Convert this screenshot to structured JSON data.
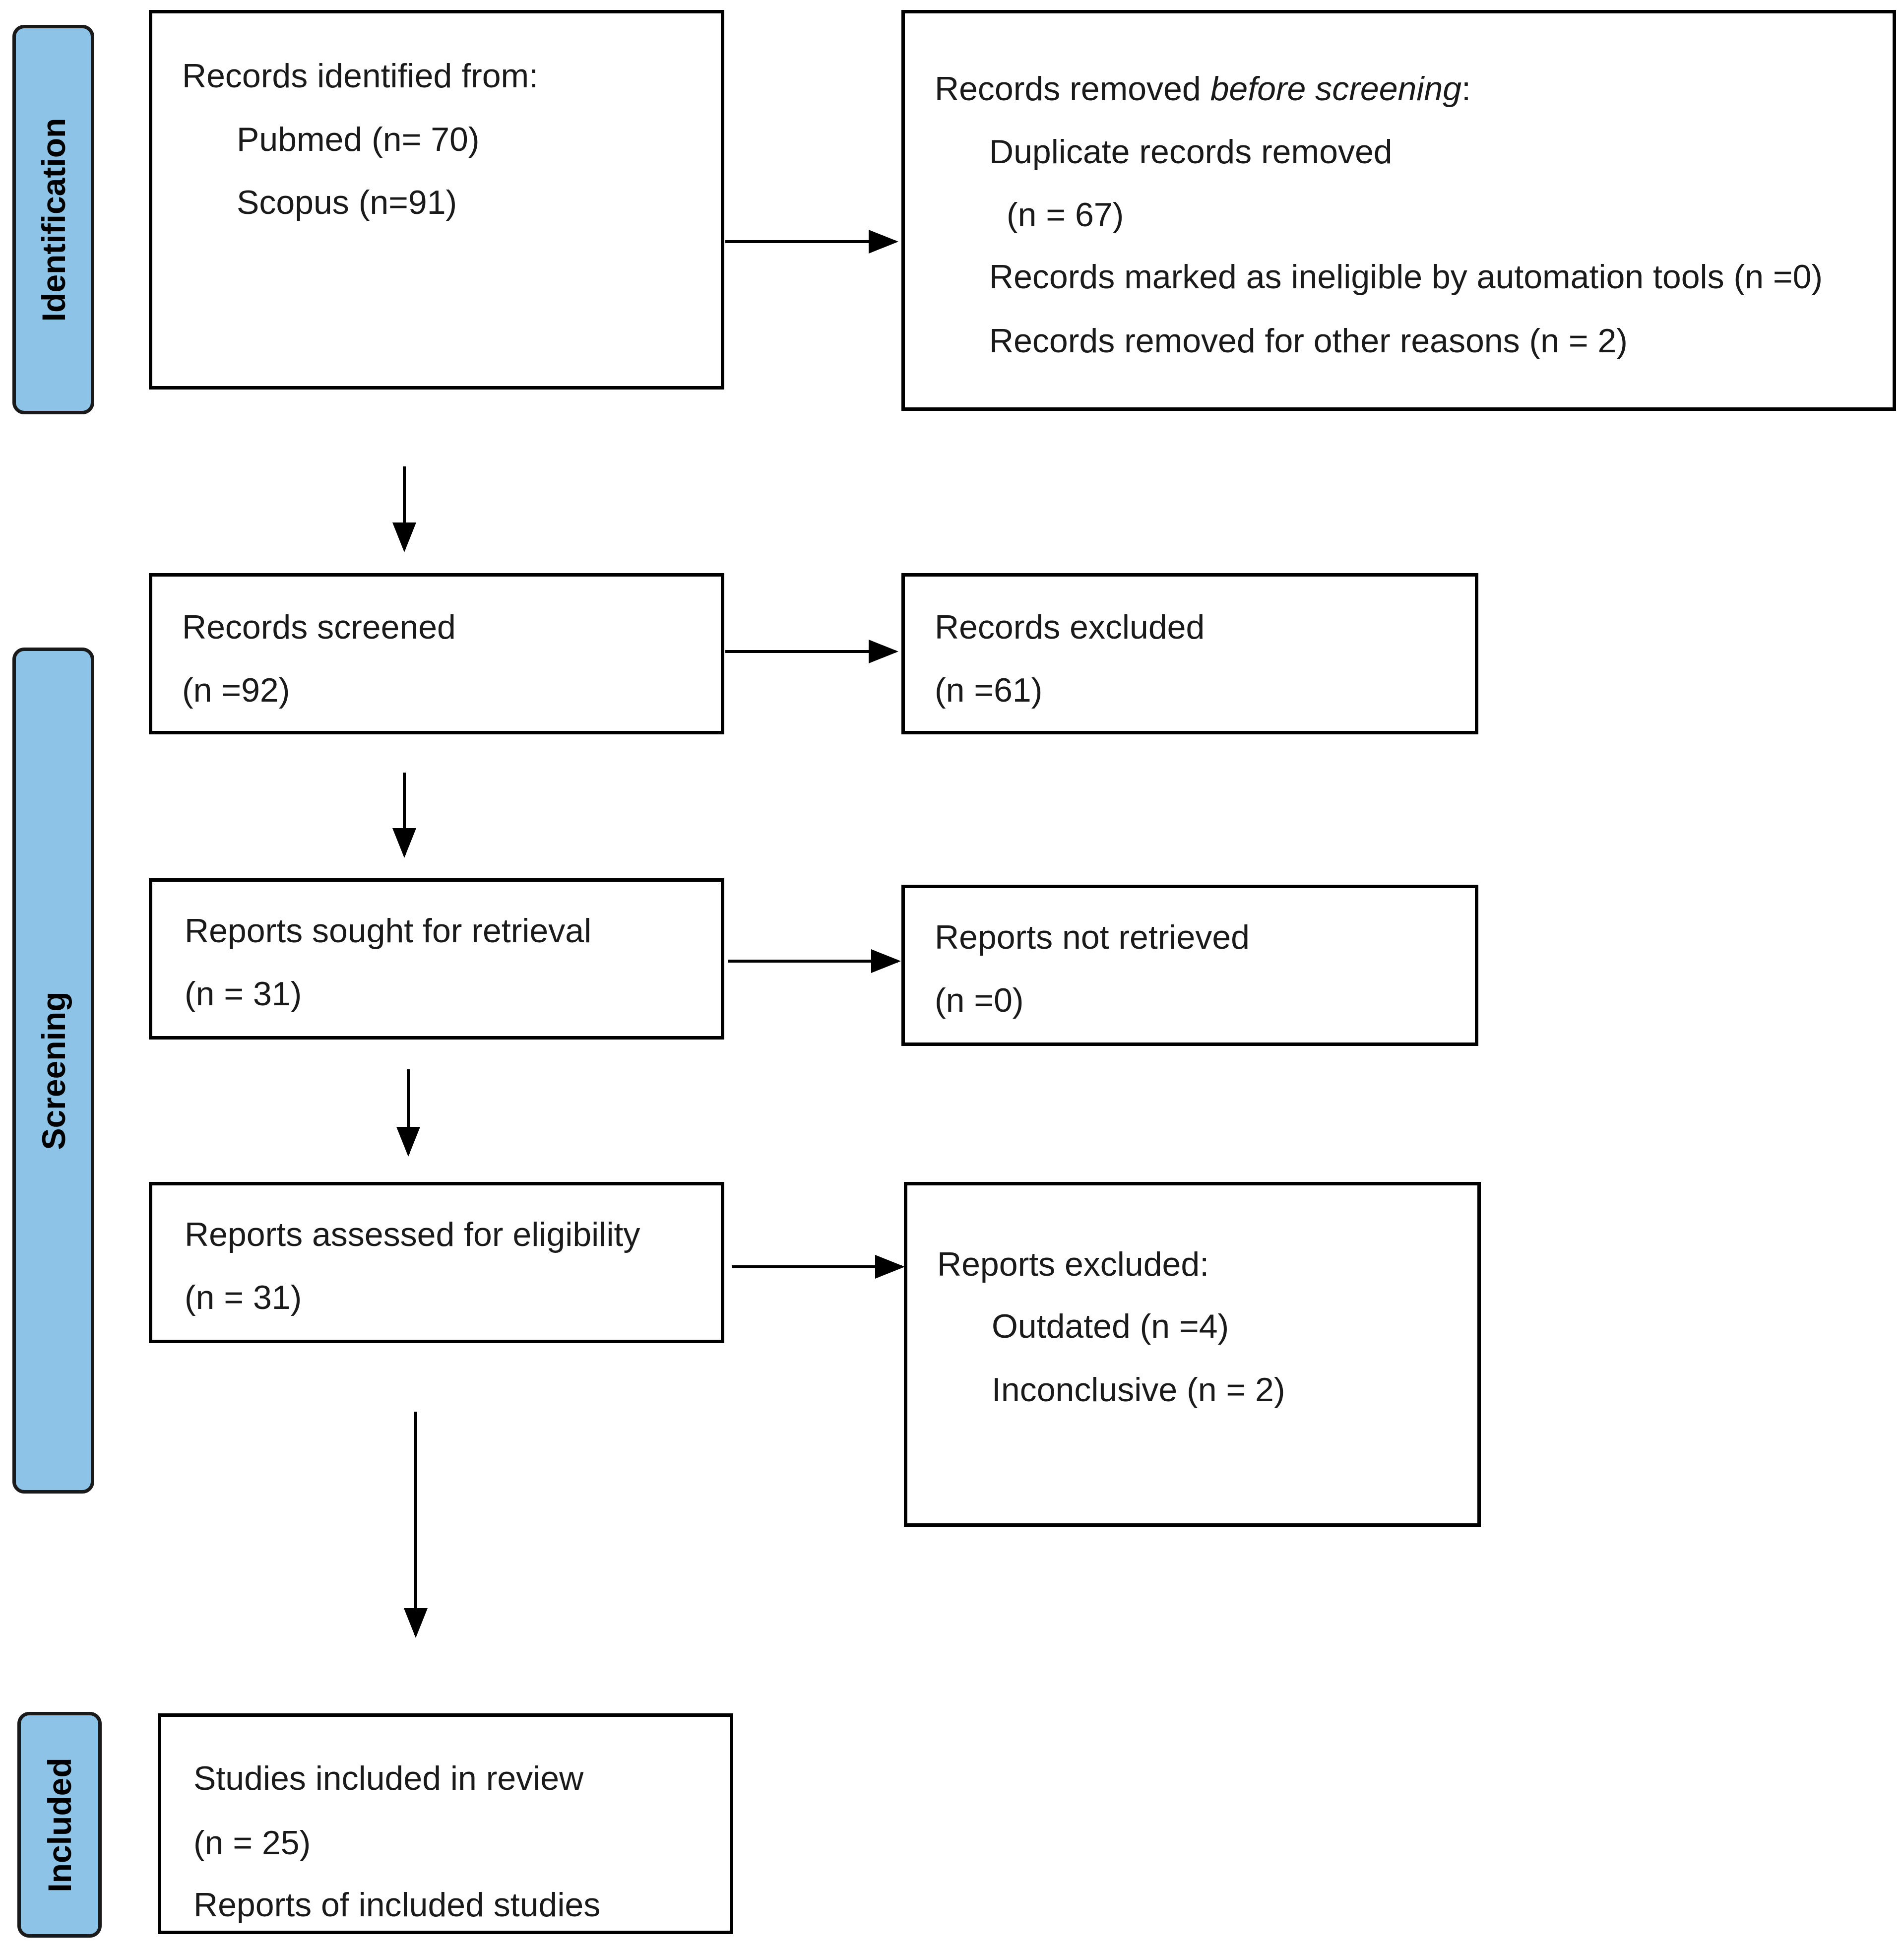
{
  "stages": {
    "identification": "Identification",
    "screening": "Screening",
    "included": "Included"
  },
  "identification": {
    "header": "Records identified from:",
    "sources": [
      "Pubmed (n= 70)",
      "Scopus (n=91)"
    ]
  },
  "removed_before_screening": {
    "header_prefix": "Records removed ",
    "header_emphasis": "before screening",
    "header_suffix": ":",
    "duplicates_label": "Duplicate records removed",
    "duplicates_count": "(n = 67)",
    "ineligible": "Records marked as ineligible by automation tools (n =0)",
    "other": "Records removed for other reasons (n = 2)"
  },
  "screened": {
    "label": "Records screened",
    "count": "(n =92)"
  },
  "excluded": {
    "label": "Records excluded",
    "count": "(n =61)"
  },
  "sought": {
    "label": "Reports sought for retrieval",
    "count": "(n = 31)"
  },
  "not_retrieved": {
    "label": "Reports not retrieved",
    "count": "(n =0)"
  },
  "assessed": {
    "label": "Reports assessed for eligibility",
    "count": "(n = 31)"
  },
  "reports_excluded": {
    "header": "Reports excluded:",
    "reasons": [
      "Outdated (n =4)",
      "Inconclusive (n = 2)"
    ]
  },
  "included": {
    "label": "Studies included in review",
    "count": "(n = 25)",
    "reports": "Reports of included studies"
  }
}
